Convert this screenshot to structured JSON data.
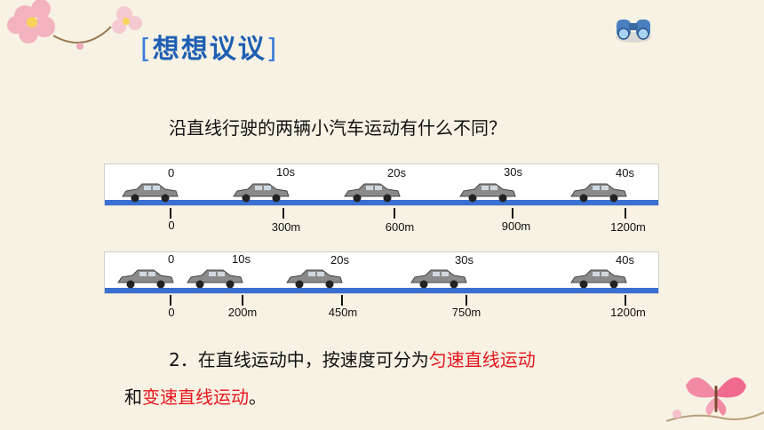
{
  "title": {
    "open_bracket": "[",
    "text": "想想议议",
    "close_bracket": "]"
  },
  "question": "沿直线行驶的两辆小汽车运动有什么不同？",
  "diagram1": {
    "times": [
      "0",
      "10s",
      "20s",
      "30s",
      "40s"
    ],
    "distances": [
      "0",
      "300m",
      "600m",
      "900m",
      "1200m"
    ]
  },
  "diagram2": {
    "times": [
      "0",
      "10s",
      "20s",
      "30s",
      "40s"
    ],
    "distances": [
      "0",
      "200m",
      "450m",
      "750m",
      "1200m"
    ]
  },
  "statement": {
    "prefix": "2．在直线运动中，按速度可分为",
    "red1": "匀速直线运动",
    "middle": "和",
    "red2": "变速直线运动",
    "suffix": "。"
  },
  "colors": {
    "title": "#1e5fb4",
    "road": "#3a6fd2",
    "highlight": "#e8141c"
  }
}
